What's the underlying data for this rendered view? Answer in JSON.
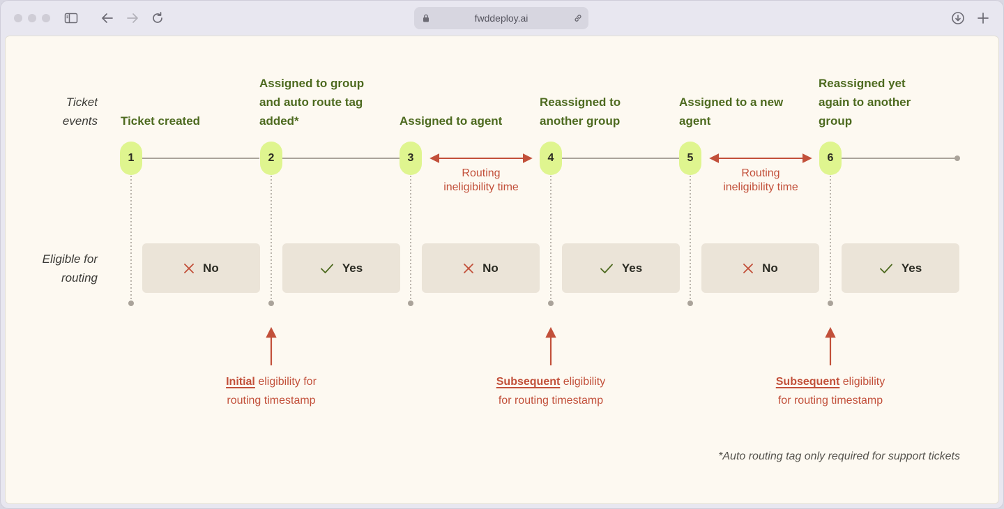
{
  "browser": {
    "url": "fwddeploy.ai",
    "icons": [
      "sidebar-icon",
      "back-icon",
      "forward-icon",
      "reload-icon",
      "lock-icon",
      "link-icon",
      "download-icon",
      "plus-icon"
    ]
  },
  "labels": {
    "ticket_events": [
      "Ticket",
      "events"
    ],
    "eligible": [
      "Eligible for",
      "routing"
    ]
  },
  "events": [
    {
      "num": "1",
      "lines": [
        "Ticket created"
      ]
    },
    {
      "num": "2",
      "lines": [
        "Assigned to group",
        "and auto route tag",
        "added*"
      ]
    },
    {
      "num": "3",
      "lines": [
        "Assigned to agent"
      ]
    },
    {
      "num": "4",
      "lines": [
        "Reassigned to",
        "another group"
      ]
    },
    {
      "num": "5",
      "lines": [
        "Assigned to a new",
        "agent"
      ]
    },
    {
      "num": "6",
      "lines": [
        "Reassigned yet",
        "again to another",
        "group"
      ]
    }
  ],
  "ineligibility": [
    {
      "lines": [
        "Routing",
        "ineligibility time"
      ]
    },
    {
      "lines": [
        "Routing",
        "ineligibility time"
      ]
    }
  ],
  "eligibility": [
    {
      "value": "No",
      "icon": "x-icon"
    },
    {
      "value": "Yes",
      "icon": "check-icon"
    },
    {
      "value": "No",
      "icon": "x-icon"
    },
    {
      "value": "Yes",
      "icon": "check-icon"
    },
    {
      "value": "No",
      "icon": "x-icon"
    },
    {
      "value": "Yes",
      "icon": "check-icon"
    }
  ],
  "timestamps": [
    {
      "emph": "Initial",
      "rest": " eligibility for",
      "line2": "routing timestamp"
    },
    {
      "emph": "Subsequent",
      "rest": " eligibility",
      "line2": "for routing timestamp"
    },
    {
      "emph": "Subsequent",
      "rest": " eligibility",
      "line2": "for routing timestamp"
    }
  ],
  "footnote": "*Auto routing tag only required for support tickets",
  "colors": {
    "event_text": "#4d6a1f",
    "node_fill": "#dff58f",
    "accent_red": "#c2503a",
    "box_fill": "#ebe4d8",
    "page_bg": "#fdf9f1"
  }
}
